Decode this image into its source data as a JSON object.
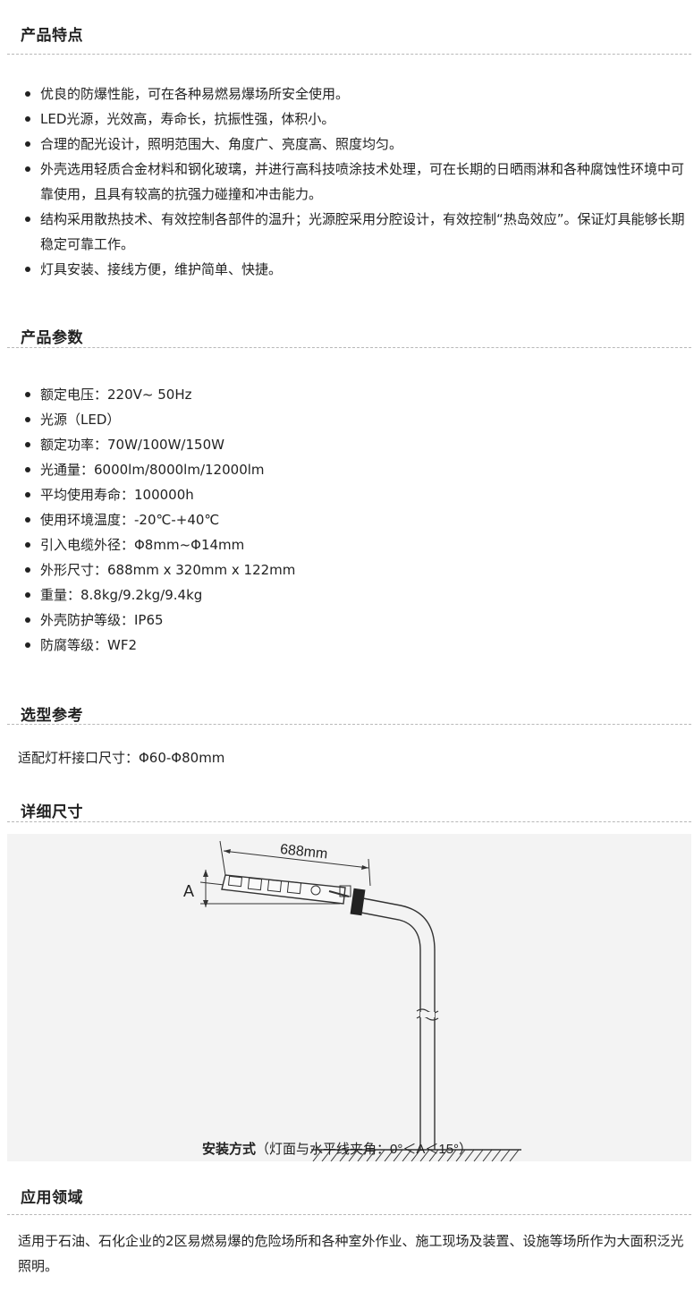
{
  "features": {
    "title": "产品特点",
    "items": [
      "优良的防爆性能，可在各种易燃易爆场所安全使用。",
      "LED光源，光效高，寿命长，抗振性强，体积小。",
      "合理的配光设计，照明范围大、角度广、亮度高、照度均匀。",
      "外壳选用轻质合金材料和钢化玻璃，并进行高科技喷涂技术处理，可在长期的日晒雨淋和各种腐蚀性环境中可靠使用，且具有较高的抗强力碰撞和冲击能力。",
      "结构采用散热技术、有效控制各部件的温升；光源腔采用分腔设计，有效控制“热岛效应”。保证灯具能够长期稳定可靠工作。",
      "灯具安装、接线方便，维护简单、快捷。"
    ]
  },
  "params": {
    "title": "产品参数",
    "items": [
      "额定电压：220V~ 50Hz",
      "光源（LED）",
      "额定功率：70W/100W/150W",
      "光通量：6000lm/8000lm/12000lm",
      "平均使用寿命：100000h",
      "使用环境温度：-20℃-+40℃",
      "引入电缆外径：Φ8mm~Φ14mm",
      "外形尺寸：688mm x 320mm x 122mm",
      "重量：8.8kg/9.2kg/9.4kg",
      "外壳防护等级：IP65",
      "防腐等级：WF2"
    ]
  },
  "selection": {
    "title": "选型参考",
    "text": "适配灯杆接口尺寸：Φ60-Φ80mm"
  },
  "dimensions": {
    "title": "详细尺寸",
    "figure": {
      "length_label": "688mm",
      "angle_label": "A",
      "caption_bold": "安装方式",
      "caption_rest": "（灯面与水平线夹角：0°＜A＜15°）"
    }
  },
  "application": {
    "title": "应用领域",
    "text": "适用于石油、石化企业的2区易燃易爆的危险场所和各种室外作业、施工现场及装置、设施等场所作为大面积泛光照明。"
  }
}
